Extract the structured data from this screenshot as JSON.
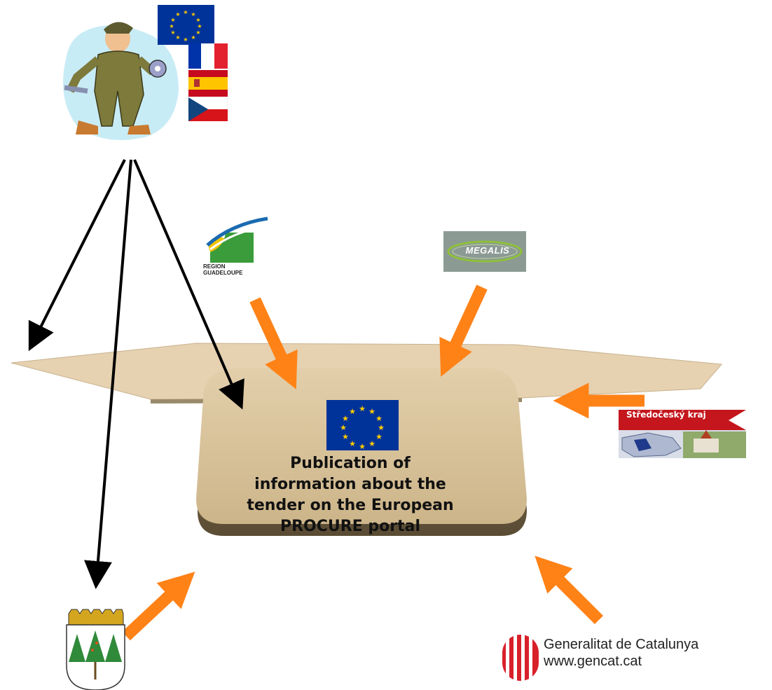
{
  "center_box": {
    "lines": [
      "Publication of",
      "information about the",
      "tender on the European",
      "PROCURE portal"
    ]
  },
  "logos": {
    "guadeloupe": [
      "REGION",
      "GUADELOUPE"
    ],
    "megalis": "MEGALIS",
    "stredocesky": "Středočeský kraj",
    "catalunya": [
      "Generalitat de Catalunya",
      "www.gencat.cat"
    ]
  },
  "flags": [
    "eu-flag",
    "france-flag",
    "spain-flag",
    "czech-flag"
  ],
  "colors": {
    "platform": "#e5cfae",
    "box": "#dcc7a0",
    "orange_arrow": "#ff8217",
    "black_arrow": "#000000",
    "eu_blue": "#003399",
    "eu_star": "#ffcc00"
  }
}
